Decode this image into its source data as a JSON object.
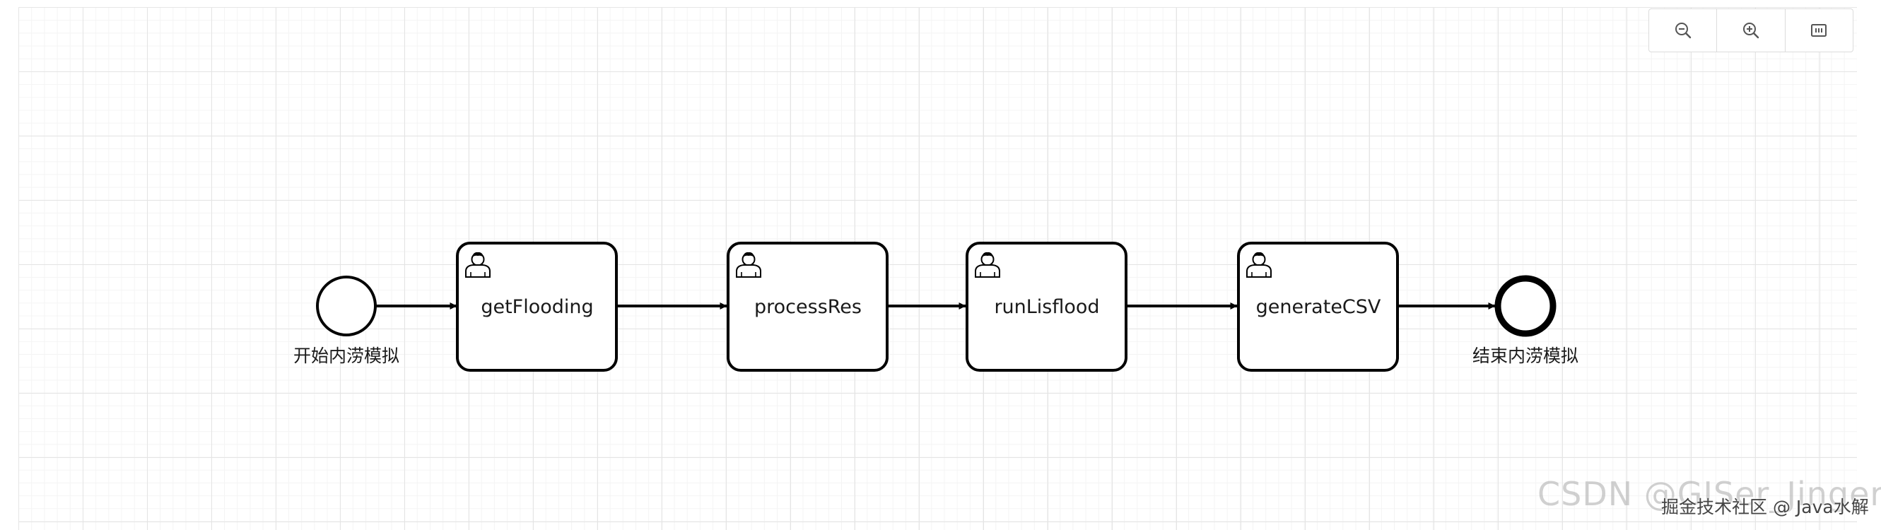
{
  "toolbar": {
    "zoom_out_icon": "zoom-out-icon",
    "zoom_in_icon": "zoom-in-icon",
    "fit_icon": "fit-view-icon"
  },
  "diagram": {
    "start_event": {
      "label": "开始内涝模拟"
    },
    "tasks": [
      {
        "label": "getFlooding",
        "icon": "user-icon"
      },
      {
        "label": "processRes",
        "icon": "user-icon"
      },
      {
        "label": "runLisflood",
        "icon": "user-icon"
      },
      {
        "label": "generateCSV",
        "icon": "user-icon"
      }
    ],
    "end_event": {
      "label": "结束内涝模拟"
    }
  },
  "watermark": {
    "primary": "CSDN @GISer_Jinger",
    "secondary": "掘金技术社区 @ Java水解"
  },
  "colors": {
    "stroke": "#000000",
    "grid": "#e4e4e4"
  }
}
